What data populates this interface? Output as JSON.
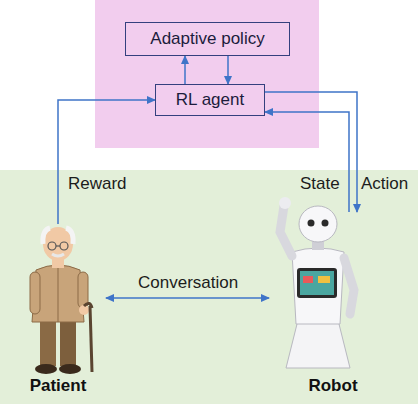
{
  "diagram": {
    "nodes": [
      {
        "text": [
          "Adaptive policy"
        ]
      },
      {
        "text": [
          "RL agent"
        ]
      },
      {
        "text": [
          "Patient"
        ]
      },
      {
        "text": [
          "Robot"
        ]
      }
    ],
    "edges": [
      {
        "from": 1,
        "to": 0,
        "arrow": "to"
      },
      {
        "from": 0,
        "to": 1,
        "arrow": "to"
      },
      {
        "from": 2,
        "to": 1,
        "label": "Reward",
        "arrow": "to"
      },
      {
        "from": 3,
        "to": 1,
        "label": "State",
        "arrow": "to"
      },
      {
        "from": 1,
        "to": 3,
        "label": "Action",
        "arrow": "to"
      },
      {
        "from": 2,
        "to": 3,
        "label": "Conversation",
        "arrow": "both"
      }
    ]
  }
}
